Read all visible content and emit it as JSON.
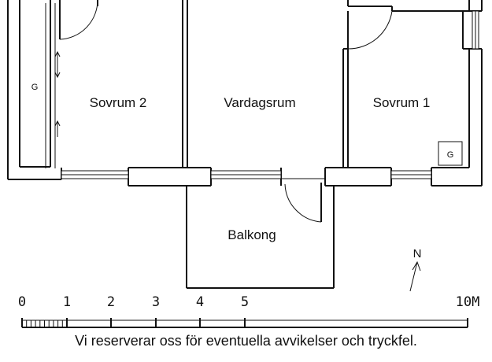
{
  "rooms": {
    "sovrum2": "Sovrum 2",
    "vardagsrum": "Vardagsrum",
    "sovrum1": "Sovrum 1",
    "balkong": "Balkong"
  },
  "wardrobe_left": "G",
  "wardrobe_right": "G",
  "north_label": "N",
  "scale": {
    "ticks": [
      "0",
      "1",
      "2",
      "3",
      "4",
      "5"
    ],
    "end_label": "10M"
  },
  "disclaimer": "Vi reserverar oss för eventuella avvikelser och tryckfel."
}
